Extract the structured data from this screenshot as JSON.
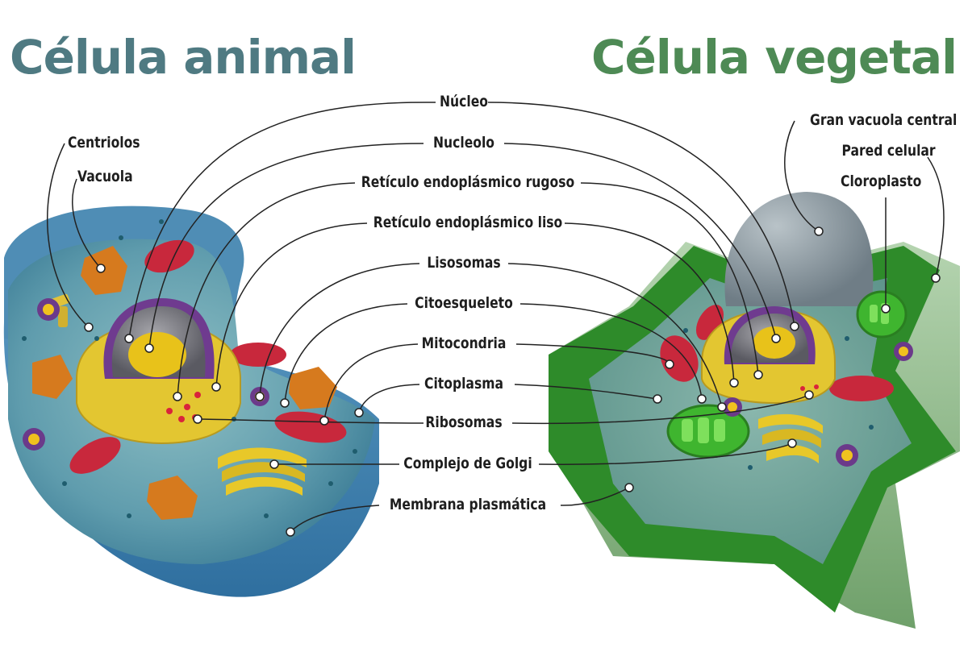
{
  "titles": {
    "animal": "Célula animal",
    "vegetal": "Célula vegetal"
  },
  "labels": {
    "nucleo": "Núcleo",
    "nucleolo": "Nucleolo",
    "rer": "Retículo endoplásmico rugoso",
    "rel": "Retículo endoplásmico liso",
    "lisosomas": "Lisosomas",
    "citoesqueleto": "Citoesqueleto",
    "mitocondria": "Mitocondria",
    "citoplasma": "Citoplasma",
    "ribosomas": "Ribosomas",
    "golgi": "Complejo de Golgi",
    "membrana": "Membrana plasmática",
    "centriolos": "Centriolos",
    "vacuola": "Vacuola",
    "gran_vacuola": "Gran vacuola central",
    "pared": "Pared celular",
    "cloroplasto": "Cloroplasto"
  },
  "colors": {
    "animal_title": "#4f7a82",
    "vegetal_title": "#4e8a55",
    "cytoplasm_animal": "#5f9cad",
    "membrane_animal": "#4b87b0",
    "cell_wall": "#2e8b2a",
    "nucleus_purple": "#6f3b8f",
    "nucleolus": "#e8c21a",
    "er_yellow": "#e3c631",
    "mitochondria": "#c8283c",
    "vacuole_orange": "#d87a1c",
    "chloroplast": "#46c93a",
    "lysosome": "#6b3a8a",
    "leader_line": "#222222"
  }
}
